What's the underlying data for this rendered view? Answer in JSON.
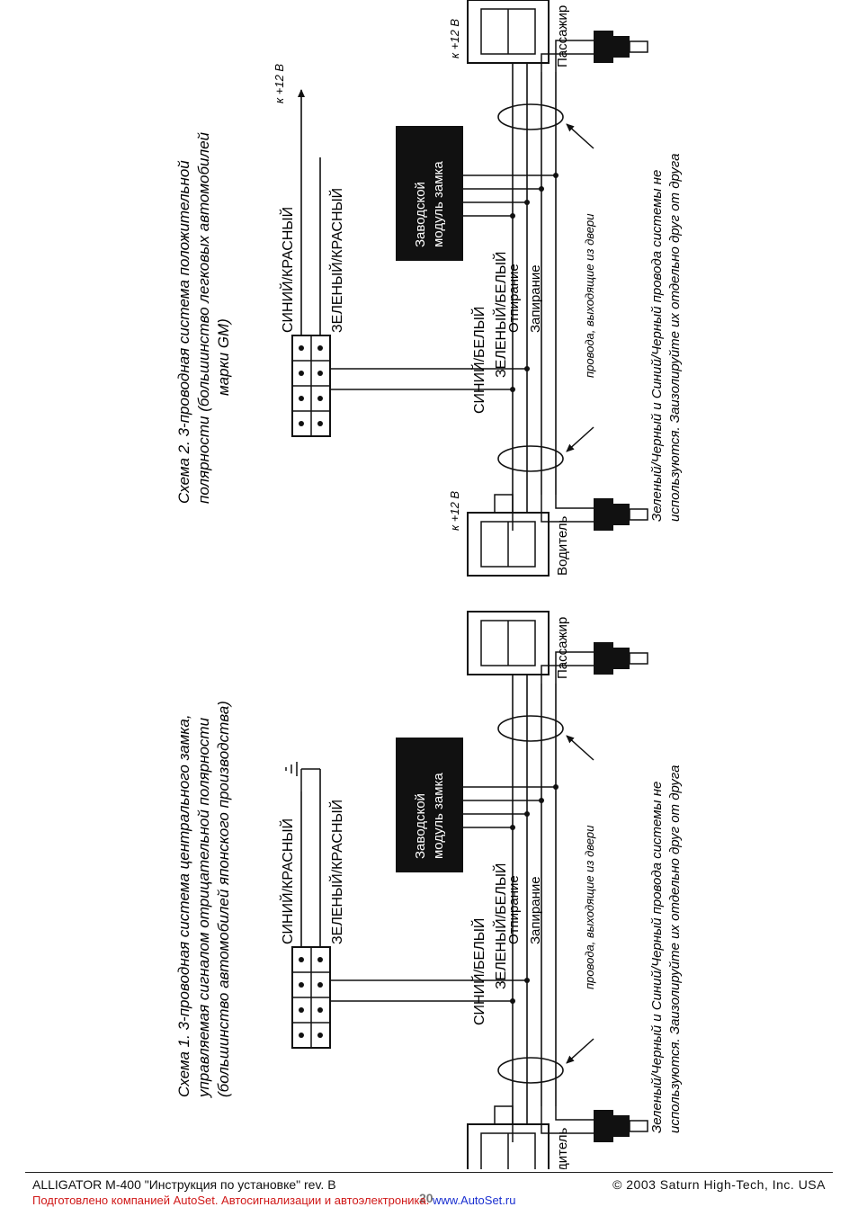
{
  "diagrams": [
    {
      "title_lines": [
        "Схема 1. 3-проводная система центрального замка,",
        "управляемая сигналом отрицательной полярности",
        "(большинство автомобилей японского производства)"
      ],
      "wire_blue_red": "СИНИЙ/КРАСНЫЙ",
      "wire_green_red": "ЗЕЛЕНЫЙ/КРАСНЫЙ",
      "wire_green_white": "ЗЕЛЕНЫЙ/БЕЛЫЙ",
      "wire_blue_white": "СИНИЙ/БЕЛЫЙ",
      "unlock": "Отпирание",
      "lock": "Запирание",
      "module_line1": "Заводской",
      "module_line2": "модуль замка",
      "driver": "Водитель",
      "passenger": "Пассажир",
      "door_wires": "провода, выходящие из двери",
      "note_lines": [
        "Зеленый/Черный и Синий/Черный провода системы не",
        "используются. Заизолируйте их отдельно друг от друга"
      ]
    },
    {
      "title_lines": [
        "Схема 2. 3-проводная система положительной",
        "полярности (большинство легковых автомобилей",
        "марки GM)"
      ],
      "wire_blue_red": "СИНИЙ/КРАСНЫЙ",
      "wire_green_red": "ЗЕЛЕНЫЙ/КРАСНЫЙ",
      "wire_green_white": "ЗЕЛЕНЫЙ/БЕЛЫЙ",
      "wire_blue_white": "СИНИЙ/БЕЛЫЙ",
      "unlock": "Отпирание",
      "lock": "Запирание",
      "module_line1": "Заводской",
      "module_line2": "модуль замка",
      "driver": "Водитель",
      "passenger": "Пассажир",
      "door_wires": "провода, выходящие из двери",
      "plus12": "к +12 В",
      "note_lines": [
        "Зеленый/Черный и Синий/Черный провода системы не",
        "используются. Заизолируйте их отдельно друг от друга"
      ]
    }
  ],
  "footer": {
    "left": "ALLIGATOR M-400 \"Инструкция по установке\"  rev. B",
    "right": "© 2003 Saturn High-Tech, Inc. USA",
    "page": "20",
    "credit_prefix": "Подготовлено компанией AutoSet. Автосигнализации и автоэлектроника.",
    "credit_link": "www.AutoSet.ru"
  },
  "colors": {
    "ink": "#111111",
    "credit": "#d01818",
    "link": "#1a2fd0"
  }
}
